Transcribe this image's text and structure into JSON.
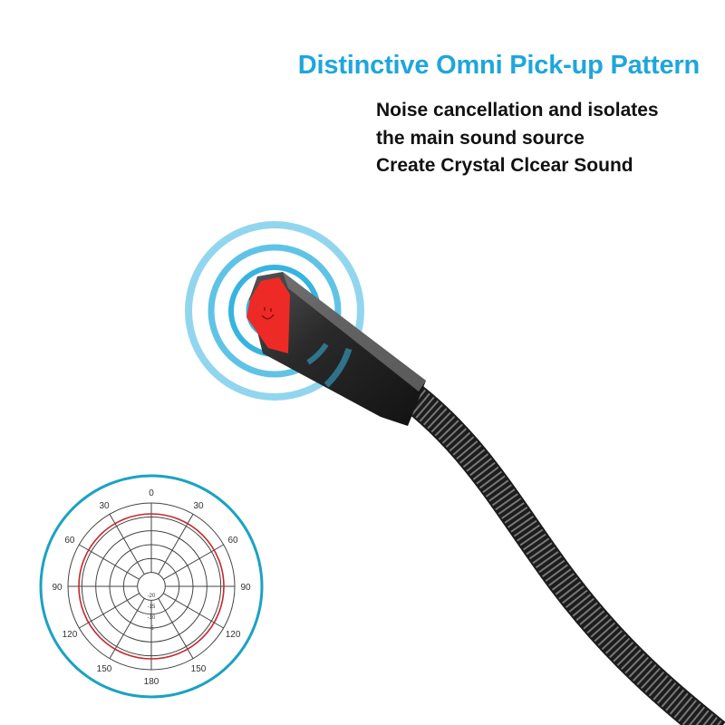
{
  "header": {
    "title": "Distinctive Omni Pick-up Pattern",
    "lines": [
      "Noise cancellation and isolates",
      "the main sound source",
      "Create Crystal Clcear Sound"
    ]
  },
  "product": {
    "face_icon": "smiley-icon"
  },
  "polar_chart": {
    "type": "polar",
    "angle_labels": [
      "0",
      "30",
      "60",
      "90",
      "120",
      "150",
      "180",
      "150",
      "120",
      "90",
      "60",
      "30"
    ],
    "scale_labels": [
      "-20",
      "-15",
      "-10",
      "-5"
    ],
    "pattern": "omnidirectional"
  },
  "colors": {
    "accent": "#1ea6dc",
    "red": "#e8322e",
    "body": "#222222"
  }
}
